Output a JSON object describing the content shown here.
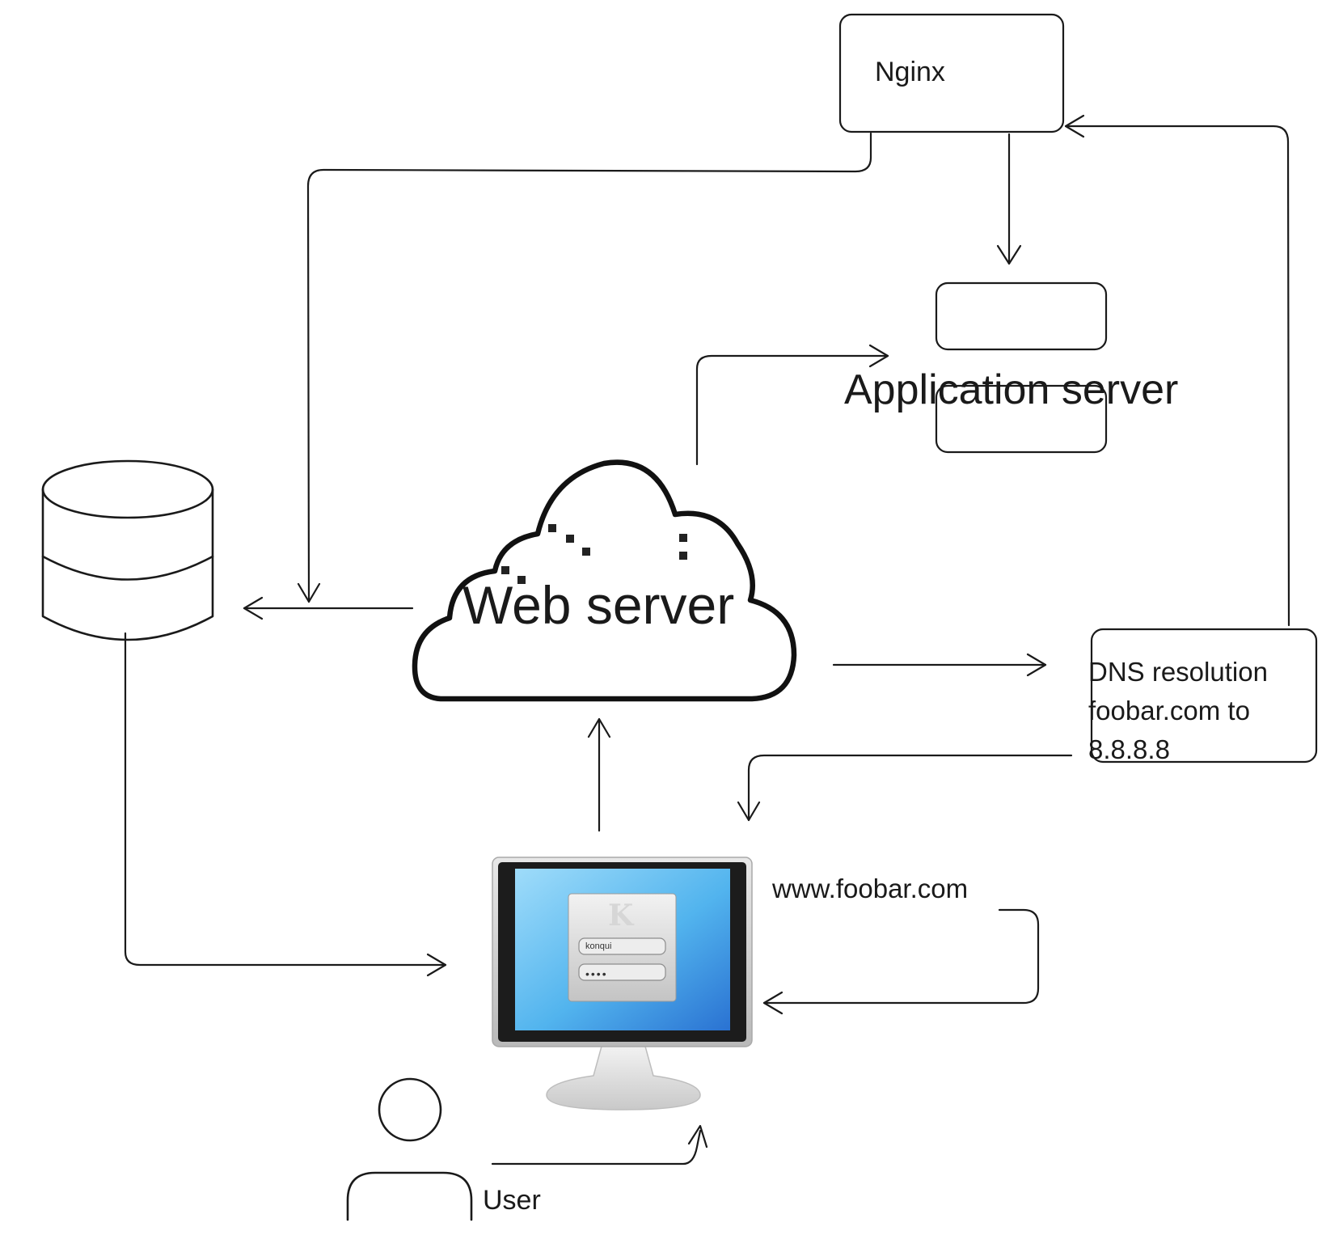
{
  "nodes": {
    "nginx": {
      "label": "Nginx"
    },
    "application_server": {
      "label": "Application server"
    },
    "web_server": {
      "label": "Web server"
    },
    "dns": {
      "line1": "DNS resolution",
      "line2": "foobar.com to",
      "line3": "8.8.8.8"
    },
    "browser_url": {
      "label": "www.foobar.com"
    },
    "user": {
      "label": "User"
    },
    "monitor": {
      "username": "konqui",
      "password_mask": "••••",
      "logo_icon": "kde-gear-logo-icon"
    }
  },
  "icons": {
    "database": "database-cylinder-icon",
    "cloud": "cloud-icon",
    "monitor": "computer-monitor-icon",
    "user": "user-person-icon"
  },
  "colors": {
    "stroke": "#1a1a1a",
    "screen_top": "#8fd3f7",
    "screen_bottom": "#2a79d6",
    "bezel": "#1c1c1c"
  }
}
